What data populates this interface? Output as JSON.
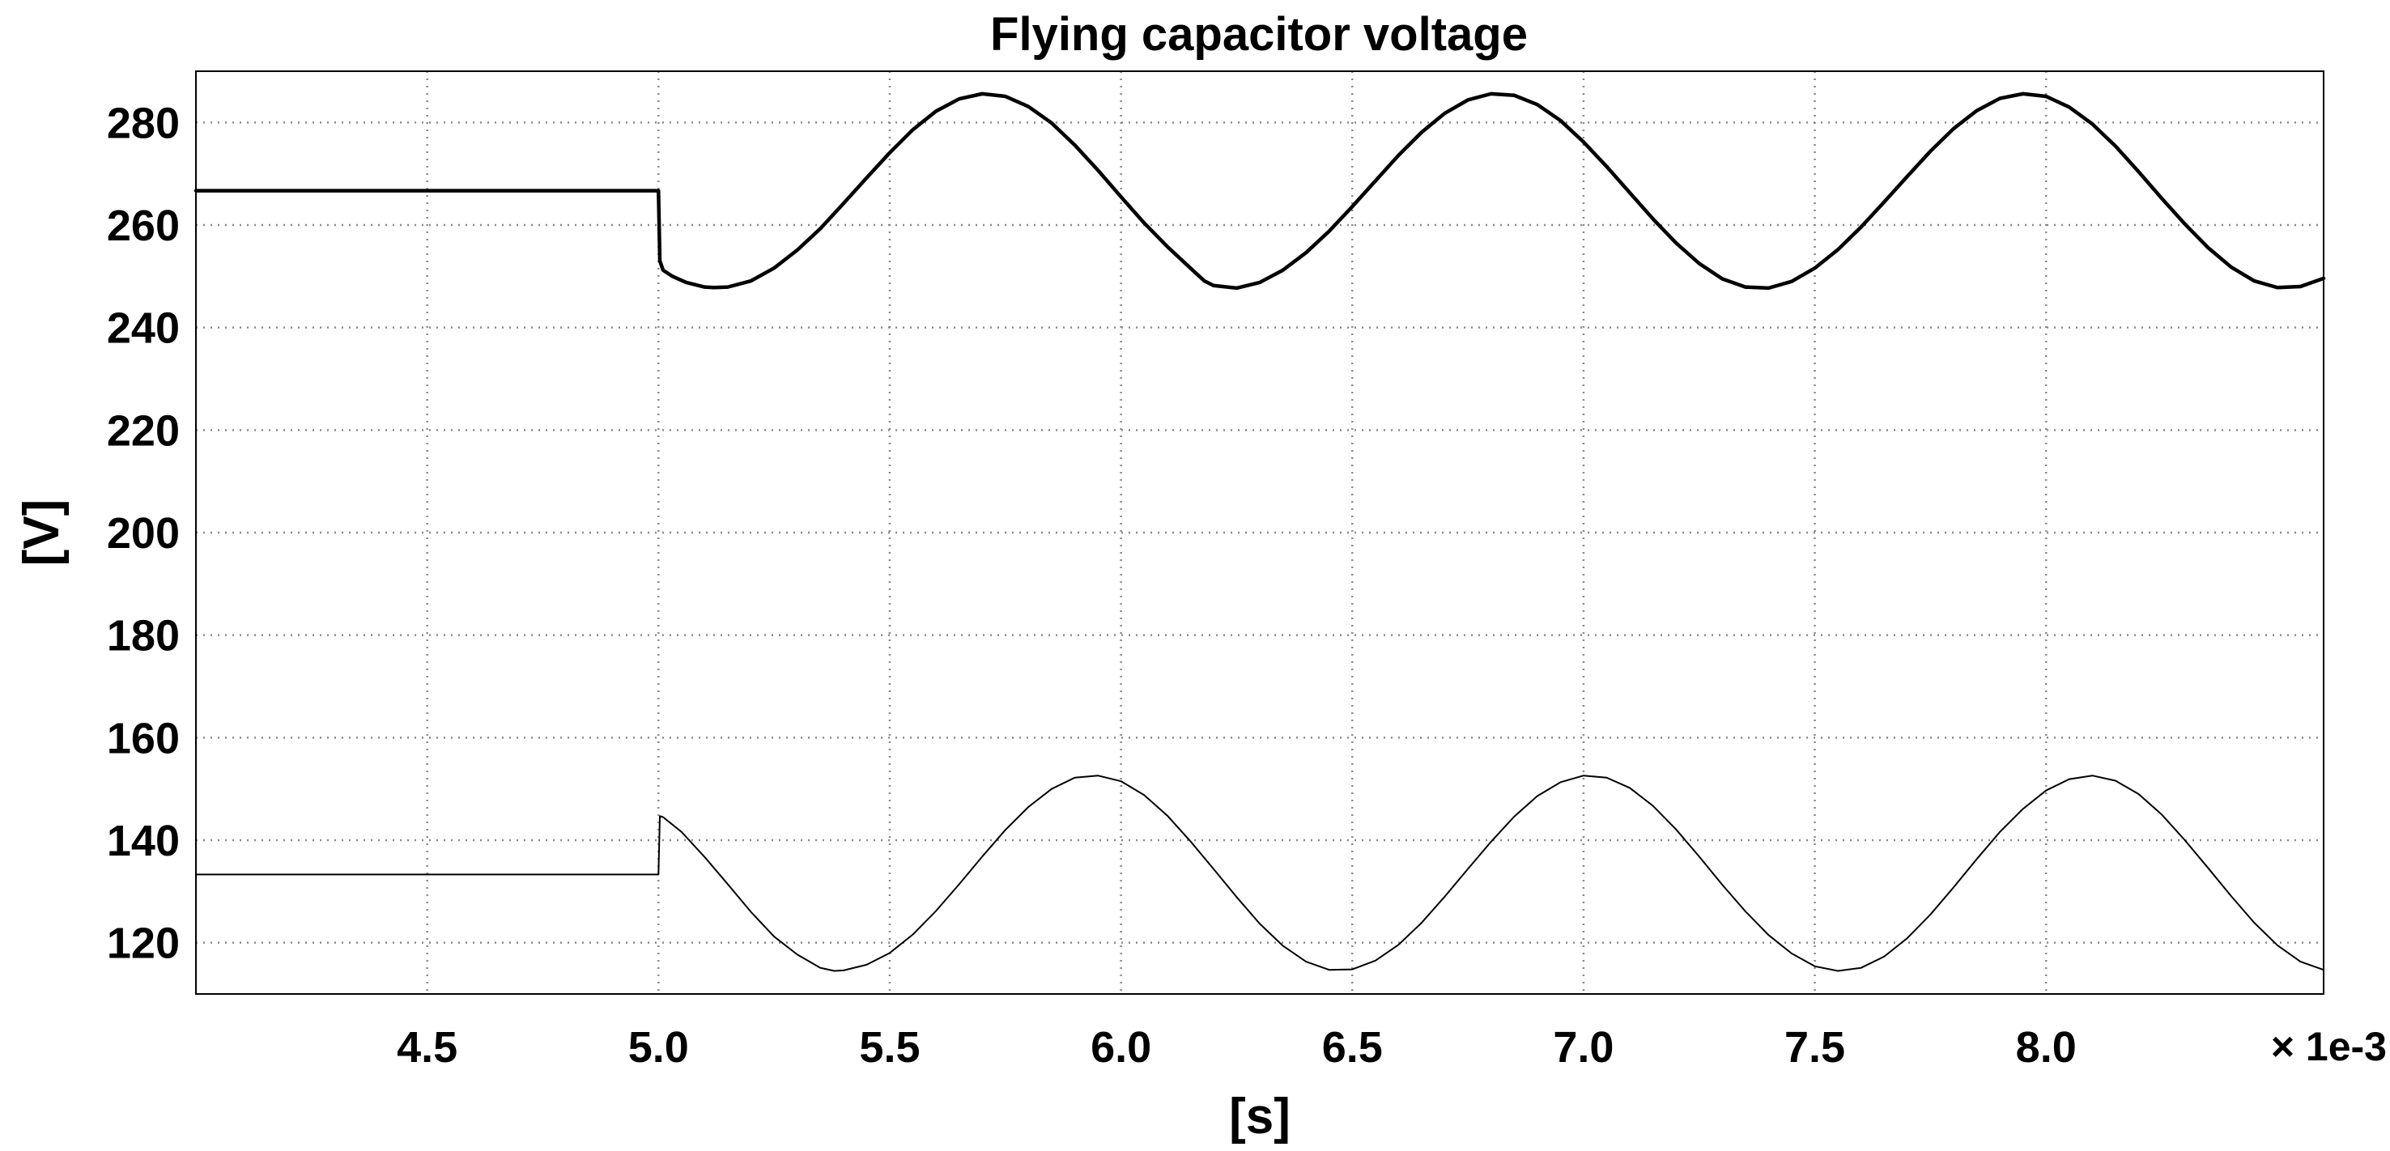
{
  "chart_data": {
    "type": "line",
    "title": "Flying capacitor voltage",
    "xlabel": "[s]",
    "ylabel": "[V]",
    "x_multiplier_label": "× 1e-3",
    "xlim": [
      4.0,
      8.6
    ],
    "ylim": [
      110,
      290
    ],
    "xticks": [
      4.5,
      5.0,
      5.5,
      6.0,
      6.5,
      7.0,
      7.5,
      8.0
    ],
    "xtick_labels": [
      "4.5",
      "5.0",
      "5.5",
      "6.0",
      "6.5",
      "7.0",
      "7.5",
      "8.0"
    ],
    "yticks": [
      120,
      140,
      160,
      180,
      200,
      220,
      240,
      260,
      280
    ],
    "ytick_labels": [
      "120",
      "140",
      "160",
      "180",
      "200",
      "220",
      "240",
      "260",
      "280"
    ],
    "grid": true,
    "colors": {
      "series": "#000000",
      "grid": "#8a8a8a",
      "frame": "#000000",
      "background": "#ffffff"
    },
    "series": [
      {
        "id": "upper",
        "line_weight": "bold",
        "x": [
          4.0,
          5.0,
          5.003,
          5.01,
          5.03,
          5.06,
          5.1,
          5.12,
          5.15,
          5.2,
          5.25,
          5.3,
          5.35,
          5.4,
          5.45,
          5.5,
          5.55,
          5.6,
          5.65,
          5.7,
          5.75,
          5.8,
          5.85,
          5.9,
          5.95,
          6.0,
          6.05,
          6.1,
          6.15,
          6.18,
          6.2,
          6.25,
          6.3,
          6.35,
          6.4,
          6.45,
          6.5,
          6.55,
          6.6,
          6.65,
          6.7,
          6.75,
          6.8,
          6.85,
          6.9,
          6.95,
          7.0,
          7.05,
          7.1,
          7.15,
          7.2,
          7.25,
          7.3,
          7.35,
          7.4,
          7.45,
          7.5,
          7.55,
          7.6,
          7.65,
          7.7,
          7.75,
          7.8,
          7.85,
          7.9,
          7.95,
          8.0,
          8.05,
          8.1,
          8.15,
          8.2,
          8.25,
          8.3,
          8.35,
          8.4,
          8.45,
          8.5,
          8.55,
          8.6
        ],
        "y": [
          266.7,
          266.7,
          253.0,
          251.2,
          250.0,
          248.8,
          247.9,
          247.8,
          247.9,
          249.1,
          251.6,
          255.1,
          259.3,
          264.2,
          269.2,
          274.1,
          278.6,
          282.2,
          284.6,
          285.6,
          285.1,
          283.1,
          279.9,
          275.6,
          270.7,
          265.5,
          260.4,
          255.8,
          251.6,
          249.1,
          248.2,
          247.7,
          248.8,
          251.2,
          254.6,
          258.8,
          263.6,
          268.6,
          273.6,
          278.1,
          281.8,
          284.4,
          285.6,
          285.3,
          283.5,
          280.4,
          276.2,
          271.4,
          266.3,
          261.2,
          256.5,
          252.5,
          249.5,
          247.9,
          247.7,
          249.0,
          251.6,
          255.2,
          259.6,
          264.5,
          269.5,
          274.4,
          278.8,
          282.3,
          284.7,
          285.6,
          285.1,
          283.0,
          279.7,
          275.4,
          270.4,
          265.2,
          260.2,
          255.6,
          251.8,
          249.1,
          247.8,
          248.0,
          249.6
        ]
      },
      {
        "id": "lower",
        "line_weight": "thin",
        "x": [
          4.0,
          5.0,
          5.003,
          5.01,
          5.05,
          5.1,
          5.15,
          5.2,
          5.25,
          5.3,
          5.35,
          5.38,
          5.4,
          5.45,
          5.5,
          5.55,
          5.6,
          5.65,
          5.7,
          5.75,
          5.8,
          5.85,
          5.9,
          5.95,
          6.0,
          6.05,
          6.1,
          6.15,
          6.2,
          6.25,
          6.3,
          6.35,
          6.4,
          6.45,
          6.5,
          6.55,
          6.6,
          6.65,
          6.7,
          6.75,
          6.8,
          6.85,
          6.9,
          6.95,
          7.0,
          7.05,
          7.1,
          7.15,
          7.2,
          7.25,
          7.3,
          7.35,
          7.4,
          7.45,
          7.5,
          7.55,
          7.6,
          7.65,
          7.7,
          7.75,
          7.8,
          7.85,
          7.9,
          7.95,
          8.0,
          8.05,
          8.1,
          8.15,
          8.2,
          8.25,
          8.3,
          8.35,
          8.4,
          8.45,
          8.5,
          8.55,
          8.6
        ],
        "y": [
          133.3,
          133.3,
          144.7,
          144.5,
          141.6,
          136.7,
          131.4,
          126.0,
          121.2,
          117.7,
          115.1,
          114.5,
          114.6,
          115.7,
          118.0,
          121.6,
          126.2,
          131.4,
          136.8,
          142.0,
          146.5,
          150.0,
          152.2,
          152.6,
          151.5,
          148.8,
          144.8,
          139.8,
          134.4,
          128.9,
          123.7,
          119.4,
          116.3,
          114.7,
          114.8,
          116.5,
          119.6,
          123.9,
          129.0,
          134.4,
          139.7,
          144.6,
          148.6,
          151.3,
          152.6,
          152.2,
          150.2,
          146.7,
          142.1,
          136.8,
          131.3,
          126.1,
          121.5,
          117.9,
          115.4,
          114.5,
          115.1,
          117.3,
          120.9,
          125.5,
          130.8,
          136.3,
          141.6,
          146.1,
          149.7,
          151.9,
          152.6,
          151.6,
          149.0,
          145.0,
          140.0,
          134.6,
          129.1,
          123.9,
          119.5,
          116.3,
          114.7
        ]
      }
    ]
  }
}
